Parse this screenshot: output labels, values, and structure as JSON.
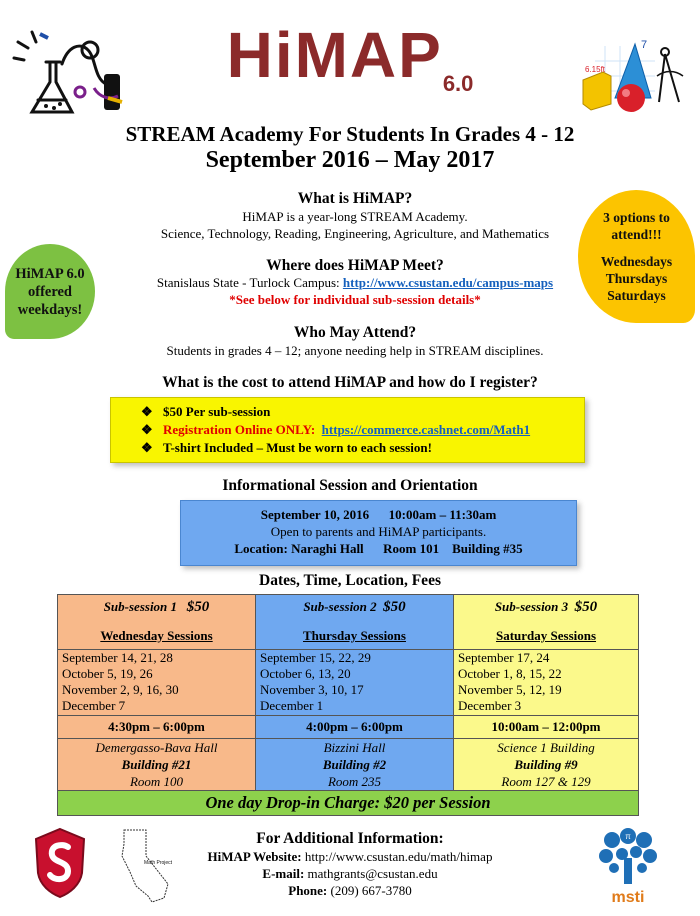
{
  "header": {
    "title": "HiMAP",
    "version": "6.0",
    "subtitle": "STREAM Academy For Students In Grades 4 - 12",
    "dates": "September 2016 – May 2017"
  },
  "what": {
    "heading": "What is HiMAP?",
    "line1": "HiMAP is a year-long STREAM Academy.",
    "line2": "Science, Technology, Reading, Engineering, Agriculture, and Mathematics"
  },
  "where": {
    "heading": "Where does HiMAP Meet?",
    "campus": "Stanislaus State - Turlock Campus: ",
    "link": "http://www.csustan.edu/campus-maps",
    "note": "*See below for individual sub-session details*"
  },
  "who": {
    "heading": "Who May Attend?",
    "line": "Students in grades 4 – 12; anyone needing help in STREAM disciplines."
  },
  "bubble_left": {
    "line1": "HiMAP 6.0",
    "line2": "offered",
    "line3": "weekdays!"
  },
  "bubble_right": {
    "line1": "3 options to",
    "line2": "attend!!!",
    "day1": "Wednesdays",
    "day2": "Thursdays",
    "day3": "Saturdays"
  },
  "cost": {
    "heading": "What is the cost to attend HiMAP and how do I register?",
    "bullet": "❖",
    "item1": "$50 Per sub-session",
    "item2_label": "Registration Online ONLY:",
    "item2_link": "https://commerce.cashnet.com/Math1",
    "item3": "T-shirt Included – Must be worn to each session!"
  },
  "info": {
    "heading": "Informational Session and Orientation",
    "date": "September 10, 2016",
    "time": "10:00am – 11:30am",
    "line2": "Open to parents and HiMAP participants.",
    "location": "Location: Naraghi Hall      Room 101    Building #35"
  },
  "schedule": {
    "heading": "Dates, Time, Location, Fees",
    "sessions": [
      {
        "name": "Sub-session 1",
        "fee": "$50",
        "day": "Wednesday Sessions",
        "dates": [
          "September 14, 21, 28",
          "October 5, 19, 26",
          "November 2, 9, 16, 30",
          "December 7"
        ],
        "time": "4:30pm – 6:00pm",
        "hall": "Demergasso-Bava Hall",
        "building": "Building #21",
        "room": "Room 100"
      },
      {
        "name": "Sub-session 2",
        "fee": "$50",
        "day": "Thursday Sessions",
        "dates": [
          "September 15, 22, 29",
          "October 6, 13, 20",
          "November 3, 10, 17",
          "December 1"
        ],
        "time": "4:00pm – 6:00pm",
        "hall": "Bizzini Hall",
        "building": "Building #2",
        "room": "Room 235"
      },
      {
        "name": "Sub-session 3",
        "fee": "$50",
        "day": "Saturday Sessions",
        "dates": [
          "September 17, 24",
          "October 1, 8, 15, 22",
          "November 5, 12, 19",
          "December 3"
        ],
        "time": "10:00am – 12:00pm",
        "hall": "Science 1 Building",
        "building": "Building #9",
        "room": "Room 127 & 129"
      }
    ],
    "dropin": "One day Drop-in Charge: $20 per Session"
  },
  "footer": {
    "heading": "For Additional Information:",
    "website_label": "HiMAP Website:",
    "website": " http://www.csustan.edu/math/himap",
    "email_label": "E-mail:",
    "email": " mathgrants@csustan.edu",
    "phone_label": "Phone:",
    "phone": " (209) 667-3780",
    "map_label": "Math Project",
    "msti_label": "msti"
  },
  "decor": {
    "shapes_label": "6.15ft",
    "seven": "7",
    "pi": "π"
  },
  "colors": {
    "title": "#8b2a2a",
    "yellow_box": "#f9f500",
    "blue_box": "#6fa8f0",
    "session1": "#f8b98a",
    "session2": "#6fa8f0",
    "session3": "#fbf98b",
    "dropin": "#8dd14c",
    "bubble_left": "#7dc142",
    "bubble_right": "#fcc400",
    "link": "#1560bd"
  }
}
